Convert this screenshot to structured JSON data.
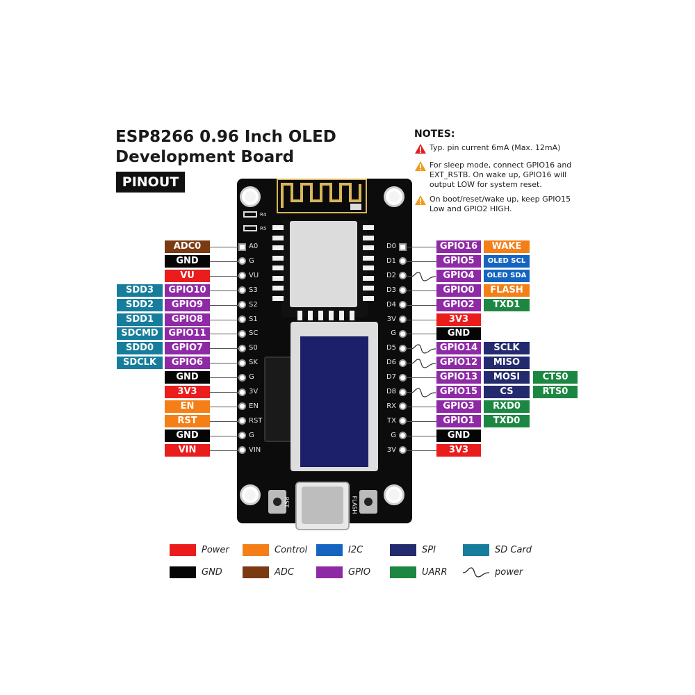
{
  "title": {
    "line1": "ESP8266 0.96 Inch OLED",
    "line2": "Development Board"
  },
  "pinout_tag": "PINOUT",
  "notes": {
    "heading": "NOTES:",
    "items": [
      {
        "text": "Typ. pin current 6mA (Max. 12mA)",
        "icon": "warning-red",
        "color": "#e02020"
      },
      {
        "text": "For sleep mode, connect GPIO16 and EXT_RSTB. On wake up, GPIO16 will output LOW for system reset.",
        "icon": "warning-orange",
        "color": "#f39a1e"
      },
      {
        "text": "On boot/reset/wake up, keep GPIO15 Low and GPIO2 HIGH.",
        "icon": "warning-orange",
        "color": "#f39a1e"
      }
    ]
  },
  "colors": {
    "power": "#ea1c1c",
    "control": "#f57f17",
    "i2c": "#1565c0",
    "spi": "#232a6e",
    "sdcard": "#167d9c",
    "gnd": "#050505",
    "adc": "#7a3a12",
    "gpio": "#8e2aa5",
    "uart": "#1c8742"
  },
  "board": {
    "button_rst": "RST",
    "button_flash": "FLASH",
    "resistors": [
      "R4",
      "R5"
    ],
    "left_pins": [
      "A0",
      "G",
      "VU",
      "S3",
      "S2",
      "S1",
      "SC",
      "S0",
      "SK",
      "G",
      "3V",
      "EN",
      "RST",
      "G",
      "VIN"
    ],
    "right_pins": [
      "D0",
      "D1",
      "D2",
      "D3",
      "D4",
      "3V",
      "G",
      "D5",
      "D6",
      "D7",
      "D8",
      "RX",
      "TX",
      "G",
      "3V"
    ]
  },
  "left_labels": [
    {
      "row": 0,
      "cols": [
        {
          "text": "ADC0",
          "cat": "adc"
        }
      ]
    },
    {
      "row": 1,
      "cols": [
        {
          "text": "GND",
          "cat": "gnd"
        }
      ]
    },
    {
      "row": 2,
      "cols": [
        {
          "text": "VU",
          "cat": "power"
        }
      ]
    },
    {
      "row": 3,
      "cols": [
        {
          "text": "GPIO10",
          "cat": "gpio"
        },
        {
          "text": "SDD3",
          "cat": "sdcard"
        }
      ]
    },
    {
      "row": 4,
      "cols": [
        {
          "text": "GPIO9",
          "cat": "gpio"
        },
        {
          "text": "SDD2",
          "cat": "sdcard"
        }
      ]
    },
    {
      "row": 5,
      "cols": [
        {
          "text": "GPIO8",
          "cat": "gpio"
        },
        {
          "text": "SDD1",
          "cat": "sdcard"
        }
      ]
    },
    {
      "row": 6,
      "cols": [
        {
          "text": "GPIO11",
          "cat": "gpio"
        },
        {
          "text": "SDCMD",
          "cat": "sdcard"
        }
      ]
    },
    {
      "row": 7,
      "cols": [
        {
          "text": "GPIO7",
          "cat": "gpio"
        },
        {
          "text": "SDD0",
          "cat": "sdcard"
        }
      ]
    },
    {
      "row": 8,
      "cols": [
        {
          "text": "GPIO6",
          "cat": "gpio"
        },
        {
          "text": "SDCLK",
          "cat": "sdcard"
        }
      ]
    },
    {
      "row": 9,
      "cols": [
        {
          "text": "GND",
          "cat": "gnd"
        }
      ]
    },
    {
      "row": 10,
      "cols": [
        {
          "text": "3V3",
          "cat": "power"
        }
      ]
    },
    {
      "row": 11,
      "cols": [
        {
          "text": "EN",
          "cat": "control"
        }
      ]
    },
    {
      "row": 12,
      "cols": [
        {
          "text": "RST",
          "cat": "control"
        }
      ]
    },
    {
      "row": 13,
      "cols": [
        {
          "text": "GND",
          "cat": "gnd"
        }
      ]
    },
    {
      "row": 14,
      "cols": [
        {
          "text": "VIN",
          "cat": "power"
        }
      ]
    }
  ],
  "right_labels": [
    {
      "row": 0,
      "wave": false,
      "cols": [
        {
          "text": "GPIO16",
          "cat": "gpio"
        },
        {
          "text": "WAKE",
          "cat": "control"
        }
      ]
    },
    {
      "row": 1,
      "wave": false,
      "cols": [
        {
          "text": "GPIO5",
          "cat": "gpio"
        },
        {
          "text": "OLED SCL",
          "cat": "i2c",
          "small": true
        }
      ]
    },
    {
      "row": 2,
      "wave": true,
      "cols": [
        {
          "text": "GPIO4",
          "cat": "gpio"
        },
        {
          "text": "OLED SDA",
          "cat": "i2c",
          "small": true
        }
      ]
    },
    {
      "row": 3,
      "wave": false,
      "cols": [
        {
          "text": "GPIO0",
          "cat": "gpio"
        },
        {
          "text": "FLASH",
          "cat": "control"
        }
      ]
    },
    {
      "row": 4,
      "wave": false,
      "cols": [
        {
          "text": "GPIO2",
          "cat": "gpio"
        },
        {
          "text": "TXD1",
          "cat": "uart"
        }
      ]
    },
    {
      "row": 5,
      "wave": false,
      "cols": [
        {
          "text": "3V3",
          "cat": "power"
        }
      ]
    },
    {
      "row": 6,
      "wave": false,
      "cols": [
        {
          "text": "GND",
          "cat": "gnd"
        }
      ]
    },
    {
      "row": 7,
      "wave": true,
      "cols": [
        {
          "text": "GPIO14",
          "cat": "gpio"
        },
        {
          "text": "SCLK",
          "cat": "spi"
        }
      ]
    },
    {
      "row": 8,
      "wave": true,
      "cols": [
        {
          "text": "GPIO12",
          "cat": "gpio"
        },
        {
          "text": "MISO",
          "cat": "spi"
        }
      ]
    },
    {
      "row": 9,
      "wave": false,
      "cols": [
        {
          "text": "GPIO13",
          "cat": "gpio"
        },
        {
          "text": "MOSI",
          "cat": "spi"
        },
        {
          "text": "CTS0",
          "cat": "uart"
        }
      ]
    },
    {
      "row": 10,
      "wave": true,
      "cols": [
        {
          "text": "GPIO15",
          "cat": "gpio"
        },
        {
          "text": "CS",
          "cat": "spi"
        },
        {
          "text": "RTS0",
          "cat": "uart"
        }
      ]
    },
    {
      "row": 11,
      "wave": false,
      "cols": [
        {
          "text": "GPIO3",
          "cat": "gpio"
        },
        {
          "text": "RXD0",
          "cat": "uart"
        }
      ]
    },
    {
      "row": 12,
      "wave": false,
      "cols": [
        {
          "text": "GPIO1",
          "cat": "gpio"
        },
        {
          "text": "TXD0",
          "cat": "uart"
        }
      ]
    },
    {
      "row": 13,
      "wave": false,
      "cols": [
        {
          "text": "GND",
          "cat": "gnd"
        }
      ]
    },
    {
      "row": 14,
      "wave": false,
      "cols": [
        {
          "text": "3V3",
          "cat": "power"
        }
      ]
    }
  ],
  "legend": [
    {
      "label": "Power",
      "cat": "power"
    },
    {
      "label": "Control",
      "cat": "control"
    },
    {
      "label": "I2C",
      "cat": "i2c"
    },
    {
      "label": "SPI",
      "cat": "spi"
    },
    {
      "label": "SD Card",
      "cat": "sdcard"
    },
    {
      "label": "GND",
      "cat": "gnd"
    },
    {
      "label": "ADC",
      "cat": "adc"
    },
    {
      "label": "GPIO",
      "cat": "gpio"
    },
    {
      "label": "UARR",
      "cat": "uart"
    },
    {
      "label": "power",
      "cat": "wave"
    }
  ]
}
